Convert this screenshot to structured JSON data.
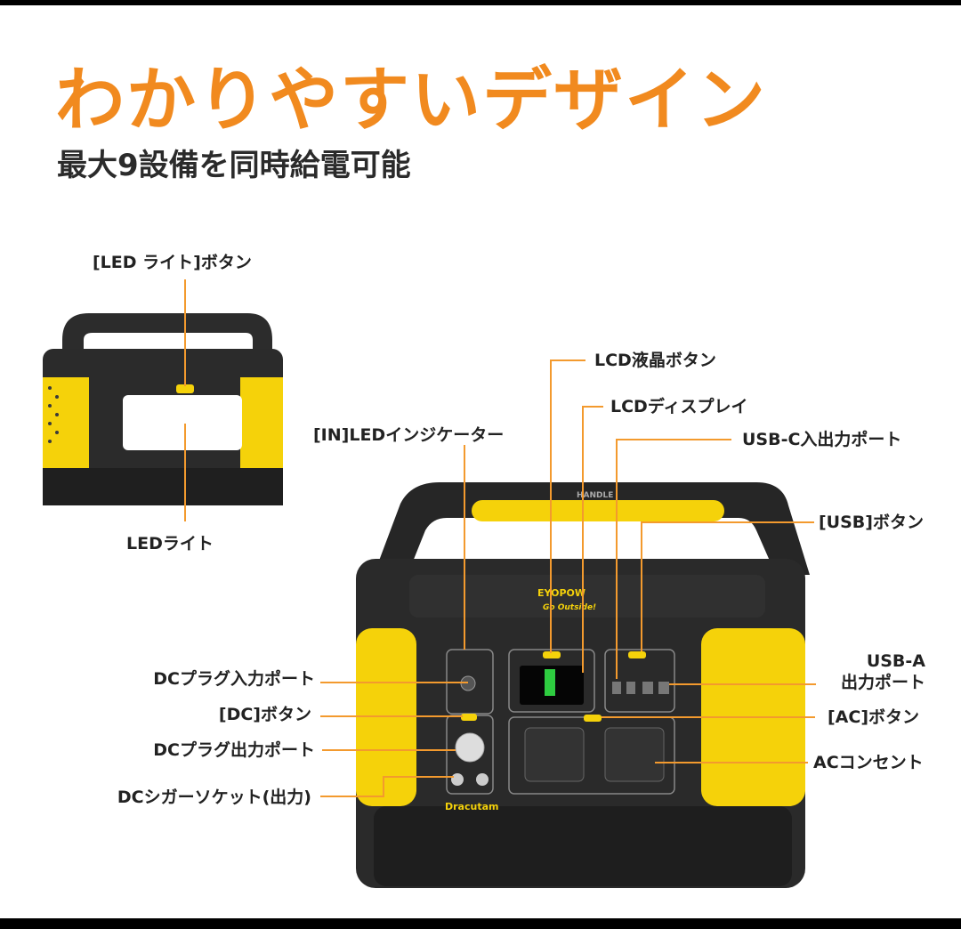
{
  "header": {
    "title": "わかりやすいデザイン",
    "subtitle": "最大9設備を同時給電可能"
  },
  "labels": {
    "led_light_button": "[LED ライト]ボタン",
    "led_light": "LEDライト",
    "lcd_button": "LCD液晶ボタン",
    "lcd_display": "LCDディスプレイ",
    "in_led_indicator": "[IN]LEDインジケーター",
    "usb_c_port": "USB-C入出力ポート",
    "usb_button": "[USB]ボタン",
    "usb_a_line1": "USB-A",
    "usb_a_line2": "出力ポート",
    "dc_plug_input": "DCプラグ入力ポート",
    "dc_button": "[DC]ボタン",
    "dc_plug_output": "DCプラグ出力ポート",
    "dc_cigar_socket": "DCシガーソケット(出力)",
    "ac_button": "[AC]ボタン",
    "ac_outlet": "ACコンセント"
  },
  "device": {
    "brand": "EYOPOW",
    "tagline": "Go Outside!",
    "model": "Dracutam",
    "handle_text": "HANDLE"
  },
  "colors": {
    "accent": "#f39a2e",
    "title_orange": "#f18a1f",
    "body_black": "#2a2a2a",
    "yellow": "#f5d20a"
  }
}
